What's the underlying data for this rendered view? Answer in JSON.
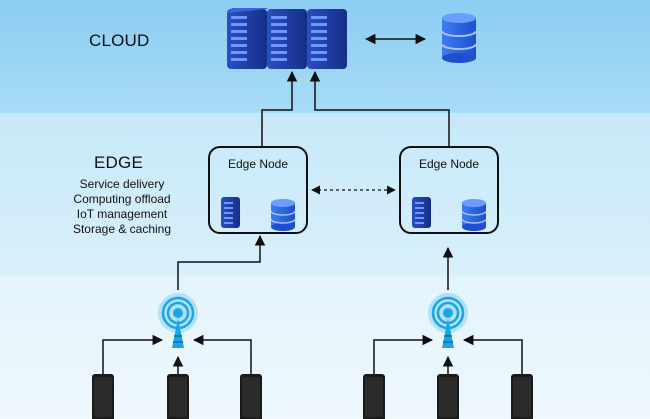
{
  "layers": {
    "cloud": {
      "title": "CLOUD"
    },
    "edge": {
      "title": "EDGE",
      "functions": [
        "Service delivery",
        "Computing offload",
        "IoT management",
        "Storage & caching"
      ]
    }
  },
  "edge_nodes": [
    {
      "label": "Edge Node"
    },
    {
      "label": "Edge Node"
    }
  ],
  "colors": {
    "server_blue": "#1e3d9e",
    "database_blue": "#2a64e0",
    "antenna_blue": "#1aa6e6",
    "device_dark": "#1a1a1a",
    "line": "#111111"
  }
}
